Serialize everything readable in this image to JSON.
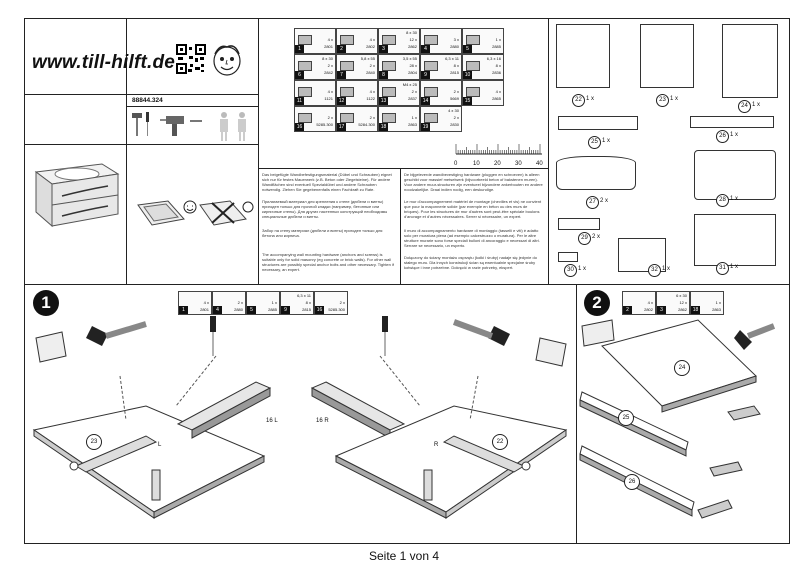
{
  "brand": {
    "website": "www.till-hilft.de"
  },
  "product": {
    "article_number": "88844.324"
  },
  "hardware": [
    {
      "no": "1",
      "qty": "4 x",
      "code": "2801"
    },
    {
      "no": "2",
      "qty": "4 x",
      "code": "2802"
    },
    {
      "no": "3",
      "size": "8 x 30",
      "qty": "12 x",
      "code": "2862"
    },
    {
      "no": "4",
      "qty": "3 x",
      "code": "2880"
    },
    {
      "no": "5",
      "qty": "1 x",
      "code": "2885"
    },
    {
      "no": "6",
      "size": "8 x 30",
      "qty": "2 x",
      "code": "2842"
    },
    {
      "no": "7",
      "size": "5,8 x 55",
      "qty": "2 x",
      "code": "2840"
    },
    {
      "no": "8",
      "size": "3,5 x 55",
      "qty": "28 x",
      "code": "2804"
    },
    {
      "no": "9",
      "size": "6,3 x 11",
      "qty": "8 x",
      "code": "2815"
    },
    {
      "no": "10",
      "size": "6,3 x 16",
      "qty": "8 x",
      "code": "2836"
    },
    {
      "no": "11",
      "qty": "4 x",
      "code": "1121"
    },
    {
      "no": "12",
      "qty": "4 x",
      "code": "1122"
    },
    {
      "no": "13",
      "size": "M4 x 25",
      "qty": "2 x",
      "code": "2837"
    },
    {
      "no": "14",
      "qty": "2 x",
      "code": "5669"
    },
    {
      "no": "15",
      "qty": "4 x",
      "code": "2865"
    },
    {
      "no": "16",
      "qty": "2 x",
      "code": "5285.300"
    },
    {
      "no": "17",
      "qty": "2 x",
      "code": "5284.300"
    },
    {
      "no": "18",
      "qty": "1 x",
      "code": "2863"
    },
    {
      "no": "19",
      "size": "4 x 30",
      "qty": "2 x",
      "code": "2830"
    }
  ],
  "ruler": {
    "ticks": [
      "0",
      "10",
      "20",
      "30",
      "40"
    ]
  },
  "texts": {
    "de_1": "Das beigefügte Wandbefestigungsmaterial (Dübel und Schrauben) eignet sich nur für festes Mauerwerk (z.B. Beton oder Ziegelsteine). Für andere Wandflächen sind eventuell Spezialdübel und andere Schrauben notwendig. Ziehen Sie gegebenenfalls einen Fachkraft zu Rate.",
    "ru": "Прилагаемый материал для крепления к стене (дюбели и винты) пригоден только для прочной кладки (например, бетонные или кирпичные стены). Для других настенных конструкций необходимы специальные дюбели и винты.",
    "ru_2": "Забор на стену материал (дюбели и винты) пригоден только для бетона или кирпича.",
    "en": "The accompanying wall mounting hardware (anchors and screws) is suitable only for solid masonry (eg concrete or brick walls). For other wall structures are possibly special anchor bolts and other necessary. Tighten if necessary, an expert.",
    "nl": "De bijgeleverde wandbevestiging hardware (pluggen en schroeven) is alleen geschikt voor massief metselwerk (bijvoorbeeld beton of bakstenen muren). Voor andere muur-structuren zijn eventueel bijzondere ankerbouten en andere noodzakelijke. Draai indien nodig, een deskundige.",
    "fr": "Le mur d'accompagnement matériel de montage (chevilles et vis) ne convient que pour la maçonnerie solide (par exemple en béton ou des murs de briques). Pour les structures de mur d'autres sont peut-être spéciale boulons d'ancrage et d'autres nécessaires. Serrer si nécessaire, un expert.",
    "it": "Il muro di accompagnamento hardware di montaggio (tasselli e viti) è adatto solo per muratura piena (ad esempio calcestruzzo o muratura). Per le altre strutture murarie sono forse speciali bulloni di ancoraggio e necessari di altri. Serrare se necessario, un esperto.",
    "pl": "Dołączony do ściany montażu osprzętu (kołki i śruby) nadaje się jedynie do stałego muru. Dla innych konstrukcji ścian są ewentualnie specjalne śruby kotwiące i inne potrzebne. Dokręcić w razie potrzeby, ekspert."
  },
  "panels": [
    {
      "no": "22",
      "qty": "1 x"
    },
    {
      "no": "23",
      "qty": "1 x"
    },
    {
      "no": "24",
      "qty": "1 x"
    },
    {
      "no": "25",
      "qty": "1 x"
    },
    {
      "no": "26",
      "qty": "1 x"
    },
    {
      "no": "27",
      "qty": "2 x"
    },
    {
      "no": "28",
      "qty": "1 x"
    },
    {
      "no": "29",
      "qty": "2 x"
    },
    {
      "no": "30",
      "qty": "1 x"
    },
    {
      "no": "31",
      "qty": "1 x"
    },
    {
      "no": "32",
      "qty": "1 x"
    }
  ],
  "step1": {
    "number": "1",
    "parts": [
      {
        "no": "1",
        "qty": "4 x",
        "code": "2801"
      },
      {
        "no": "4",
        "qty": "2 x",
        "code": "2880"
      },
      {
        "no": "5",
        "qty": "1 x",
        "code": "2885"
      },
      {
        "no": "9",
        "size": "6,3 x 11",
        "qty": "8 x",
        "code": "2815"
      },
      {
        "no": "16",
        "qty": "2 x",
        "code": "5285.300"
      }
    ],
    "labels": {
      "left_panel": "23",
      "right_panel": "22",
      "rail_left": "16 L",
      "rail_right": "16 R",
      "side_l": "L",
      "side_r": "R"
    }
  },
  "step2": {
    "number": "2",
    "parts": [
      {
        "no": "2",
        "qty": "4 x",
        "code": "2802"
      },
      {
        "no": "3",
        "size": "6 x 30",
        "qty": "12 x",
        "code": "2862"
      },
      {
        "no": "18",
        "qty": "1 x",
        "code": "2863"
      }
    ],
    "labels": {
      "top": "24",
      "middle": "25",
      "bottom": "26"
    }
  },
  "footer": {
    "page": "Seite 1 von 4"
  }
}
